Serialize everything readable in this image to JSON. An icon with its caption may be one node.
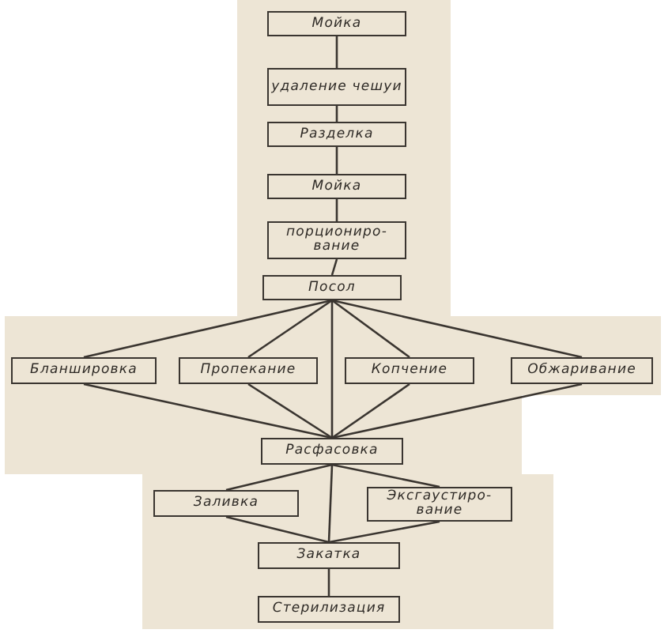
{
  "diagram": {
    "nodes": [
      {
        "text": [
          "Мойка"
        ]
      },
      {
        "text": [
          "удаление чешуи"
        ]
      },
      {
        "text": [
          "Разделка"
        ]
      },
      {
        "text": [
          "Мойка"
        ]
      },
      {
        "text": [
          "порциониро-вание"
        ]
      },
      {
        "text": [
          "Посол"
        ]
      },
      {
        "text": [
          "Бланшировка"
        ]
      },
      {
        "text": [
          "Пропекание"
        ]
      },
      {
        "text": [
          "Копчение"
        ]
      },
      {
        "text": [
          "Обжаривание"
        ]
      },
      {
        "text": [
          "Расфасовка"
        ]
      },
      {
        "text": [
          "Заливка"
        ]
      },
      {
        "text": [
          "Эксгаустиро-вание"
        ]
      },
      {
        "text": [
          "Закатка"
        ]
      },
      {
        "text": [
          "Стерилизация"
        ]
      }
    ],
    "edges": [
      {
        "from": 0,
        "to": 1,
        "arrow": "none"
      },
      {
        "from": 1,
        "to": 2,
        "arrow": "none"
      },
      {
        "from": 2,
        "to": 3,
        "arrow": "none"
      },
      {
        "from": 3,
        "to": 4,
        "arrow": "none"
      },
      {
        "from": 4,
        "to": 5,
        "arrow": "none"
      },
      {
        "from": 5,
        "to": 6,
        "arrow": "none"
      },
      {
        "from": 5,
        "to": 7,
        "arrow": "none"
      },
      {
        "from": 5,
        "to": 10,
        "arrow": "none"
      },
      {
        "from": 5,
        "to": 8,
        "arrow": "none"
      },
      {
        "from": 5,
        "to": 9,
        "arrow": "none"
      },
      {
        "from": 6,
        "to": 10,
        "arrow": "none"
      },
      {
        "from": 7,
        "to": 10,
        "arrow": "none"
      },
      {
        "from": 8,
        "to": 10,
        "arrow": "none"
      },
      {
        "from": 9,
        "to": 10,
        "arrow": "none"
      },
      {
        "from": 10,
        "to": 11,
        "arrow": "none"
      },
      {
        "from": 10,
        "to": 13,
        "arrow": "none"
      },
      {
        "from": 10,
        "to": 12,
        "arrow": "none"
      },
      {
        "from": 11,
        "to": 13,
        "arrow": "none"
      },
      {
        "from": 12,
        "to": 13,
        "arrow": "none"
      },
      {
        "from": 13,
        "to": 14,
        "arrow": "none"
      }
    ]
  }
}
